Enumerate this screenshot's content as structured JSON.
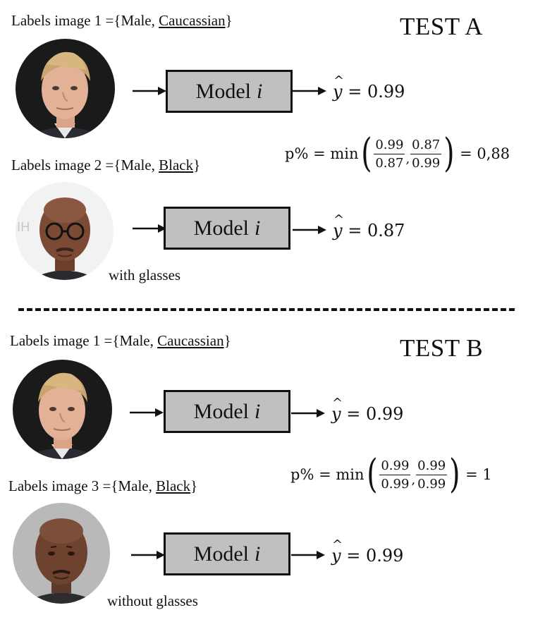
{
  "test_a": {
    "title": "TEST A",
    "row1": {
      "label_prefix": "Labels image 1 ={Male, ",
      "label_race": "Caucassian",
      "label_suffix": "}",
      "model": "Model",
      "model_index": "i",
      "yhat_value": "= 0.99"
    },
    "row2": {
      "label_prefix": "Labels image 2 ={Male, ",
      "label_race": "Black",
      "label_suffix": "}",
      "model": "Model",
      "model_index": "i",
      "yhat_value": "= 0.87",
      "caption": "with glasses"
    },
    "formula": {
      "lhs": "p% = min",
      "f1_num": "0.99",
      "f1_den": "0.87",
      "f2_num": "0.87",
      "f2_den": "0.99",
      "result": "= 0,88"
    }
  },
  "test_b": {
    "title": "TEST B",
    "row1": {
      "label_prefix": "Labels image 1 ={Male, ",
      "label_race": "Caucassian",
      "label_suffix": "}",
      "model": "Model",
      "model_index": "i",
      "yhat_value": "= 0.99"
    },
    "row2": {
      "label_prefix": "Labels image 3 ={Male, ",
      "label_race": "Black",
      "label_suffix": "}",
      "model": "Model",
      "model_index": "i",
      "yhat_value": "= 0.99",
      "caption": "without glasses"
    },
    "formula": {
      "lhs": "p% = min",
      "f1_num": "0.99",
      "f1_den": "0.99",
      "f2_num": "0.99",
      "f2_den": "0.99",
      "result": "= 1"
    }
  },
  "yhat_symbol": "y",
  "colors": {
    "model_fill": "#c0c0c0",
    "stroke": "#111111",
    "bg_dark": "#1a1a1a",
    "bg_light": "#f2f2f2",
    "bg_grey": "#b9b9b9"
  }
}
